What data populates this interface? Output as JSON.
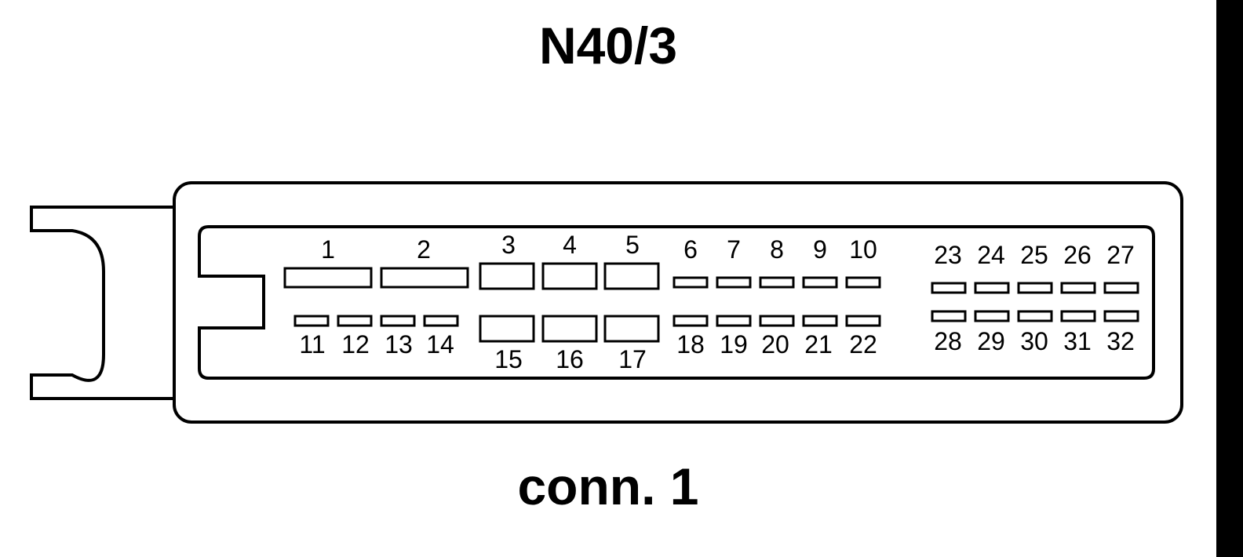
{
  "title": "N40/3",
  "subtitle": "conn. 1",
  "colors": {
    "line": "#000000",
    "background": "#ffffff"
  },
  "pins": [
    {
      "label": "1",
      "size": "wide"
    },
    {
      "label": "2",
      "size": "wide"
    },
    {
      "label": "3",
      "size": "medium"
    },
    {
      "label": "4",
      "size": "medium"
    },
    {
      "label": "5",
      "size": "medium"
    },
    {
      "label": "6",
      "size": "small"
    },
    {
      "label": "7",
      "size": "small"
    },
    {
      "label": "8",
      "size": "small"
    },
    {
      "label": "9",
      "size": "small"
    },
    {
      "label": "10",
      "size": "small"
    },
    {
      "label": "11",
      "size": "small"
    },
    {
      "label": "12",
      "size": "small"
    },
    {
      "label": "13",
      "size": "small"
    },
    {
      "label": "14",
      "size": "small"
    },
    {
      "label": "15",
      "size": "large"
    },
    {
      "label": "16",
      "size": "large"
    },
    {
      "label": "17",
      "size": "large"
    },
    {
      "label": "18",
      "size": "small"
    },
    {
      "label": "19",
      "size": "small"
    },
    {
      "label": "20",
      "size": "small"
    },
    {
      "label": "21",
      "size": "small"
    },
    {
      "label": "22",
      "size": "small"
    },
    {
      "label": "23",
      "size": "small"
    },
    {
      "label": "24",
      "size": "small"
    },
    {
      "label": "25",
      "size": "small"
    },
    {
      "label": "26",
      "size": "small"
    },
    {
      "label": "27",
      "size": "small"
    },
    {
      "label": "28",
      "size": "small"
    },
    {
      "label": "29",
      "size": "small"
    },
    {
      "label": "30",
      "size": "small"
    },
    {
      "label": "31",
      "size": "small"
    },
    {
      "label": "32",
      "size": "small"
    }
  ]
}
